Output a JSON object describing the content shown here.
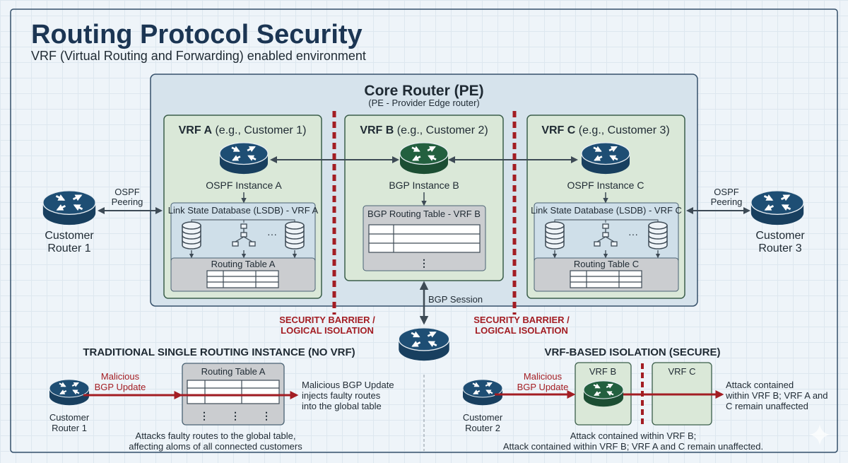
{
  "header": {
    "title": "Routing Protocol Security",
    "subtitle": "VRF (Virtual Routing and Forwarding) enabled environment"
  },
  "core_router": {
    "title": "Core Router (PE)",
    "subtitle": "(PE - Provider Edge router)"
  },
  "vrfs": [
    {
      "name": "VRF A",
      "detail": " (e.g., Customer 1)",
      "instance": "OSPF Instance A",
      "lsdb": "Link State Database (LSDB) - VRF A",
      "table": "Routing Table A",
      "router_color": "#1e4e74"
    },
    {
      "name": "VRF B",
      "detail": " (e.g., Customer 2)",
      "instance": "BGP Instance B",
      "table": "BGP Routing Table - VRF B",
      "router_color": "#23603f"
    },
    {
      "name": "VRF C",
      "detail": " (e.g., Customer 3)",
      "instance": "OSPF Instance C",
      "lsdb": "Link State Database (LSDB) - VRF C",
      "table": "Routing Table C",
      "router_color": "#1e4e74"
    }
  ],
  "customers": {
    "left": {
      "line1": "Customer",
      "line2": "Router 1",
      "peering1": "OSPF",
      "peering2": "Peering"
    },
    "right": {
      "line1": "Customer",
      "line2": "Router 3",
      "peering1": "OSPF",
      "peering2": "Peering"
    }
  },
  "bgp_session": "BGP Session",
  "barrier": {
    "line1": "SECURITY BARRIER /",
    "line2": "LOGICAL ISOLATION"
  },
  "traditional": {
    "heading": "TRADITIONAL SINGLE ROUTING INSTANCE (NO VRF)",
    "router1": "Customer",
    "router2": "Router 1",
    "attack1": "Malicious",
    "attack2": "BGP Update",
    "table": "Routing Table A",
    "result": [
      "Malicious BGP Update",
      "injects faulty routes",
      "into the global table"
    ],
    "caption": [
      "Attacks faulty routes to the global table,",
      "affecting aloms of all connected customers"
    ]
  },
  "vrf_isolation": {
    "heading": "VRF-BASED ISOLATION (SECURE)",
    "router1": "Customer",
    "router2": "Router 2",
    "attack1": "Malicious",
    "attack2": "BGP Update",
    "vrf_b": "VRF B",
    "vrf_c": "VRF C",
    "result": [
      "Attack contained",
      "within VRF B; VRF A and",
      "C remain unaffected"
    ],
    "caption": [
      "Attack contained within VRF B;",
      "Attack contained within VRF B; VRF A and C remain unaffected."
    ]
  },
  "colors": {
    "accent_red": "#a31d23",
    "router_blue": "#1e4e74",
    "router_green": "#23603f",
    "title": "#1b3553"
  }
}
